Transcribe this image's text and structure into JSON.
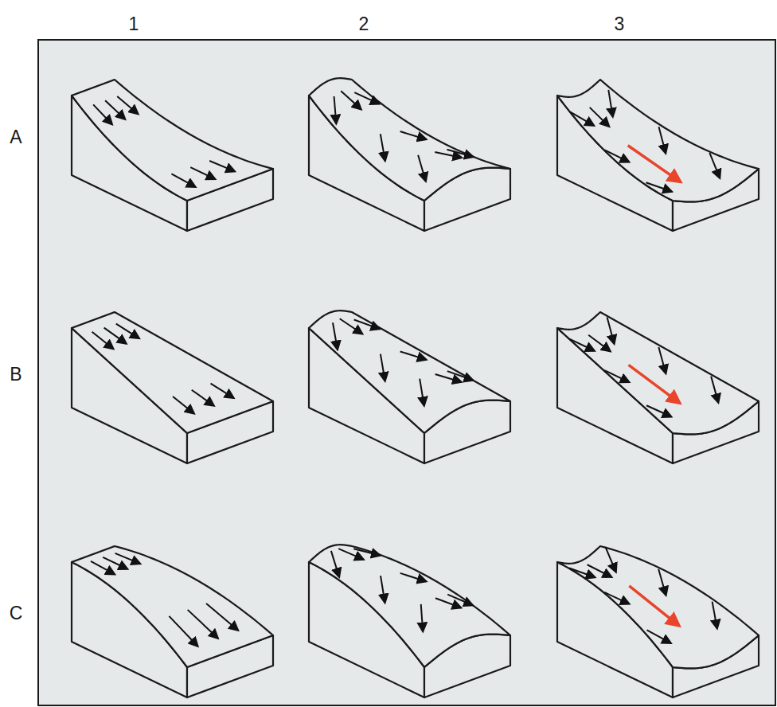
{
  "diagram": {
    "labels": [
      "1",
      "2",
      "3",
      "A",
      "B",
      "C"
    ]
  }
}
